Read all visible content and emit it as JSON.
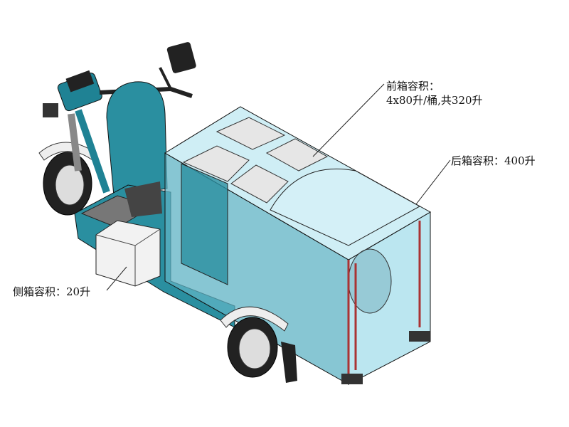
{
  "annotations": {
    "front_box_title": "前箱容积：",
    "front_box_detail": "4x80升/桶,共320升",
    "rear_box": "后箱容积：400升",
    "side_box": "侧箱容积：20升"
  },
  "colors": {
    "body_teal": "#2a8fa0",
    "box_glass": "#8fd3e6",
    "outline": "#1a1a1a"
  }
}
